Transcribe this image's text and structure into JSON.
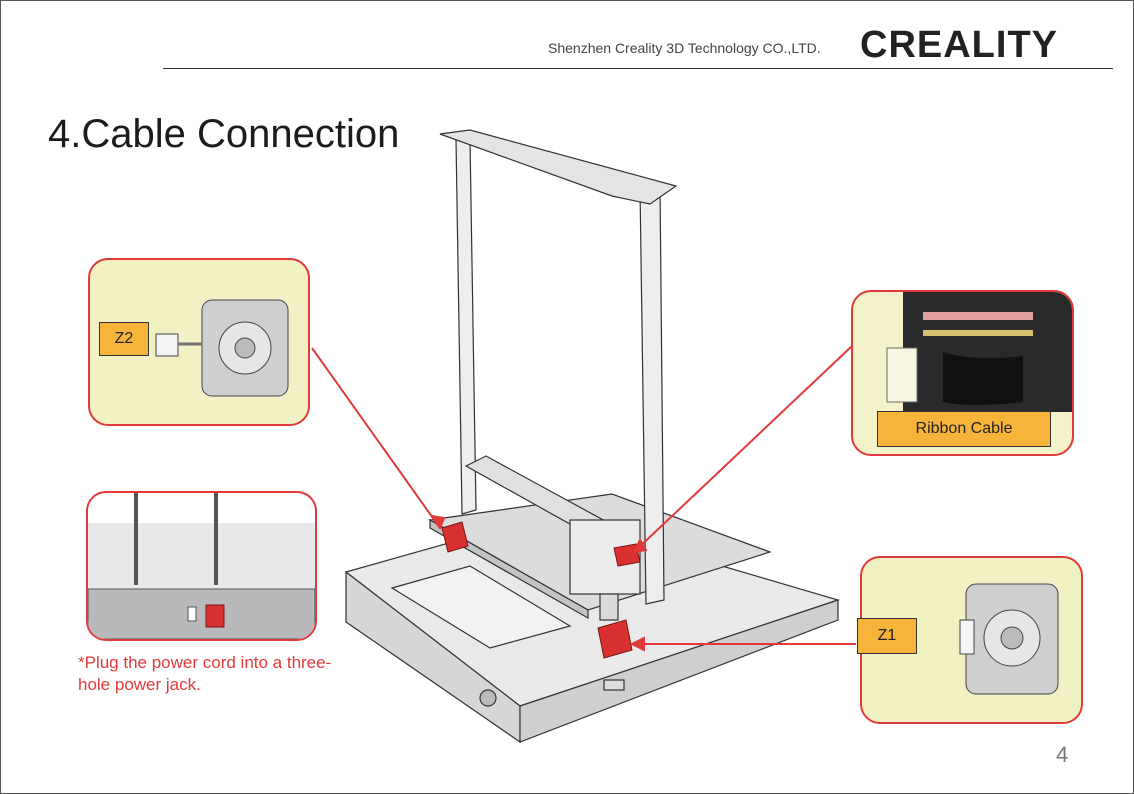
{
  "header": {
    "company": "Shenzhen Creality 3D Technology CO.,LTD.",
    "brand": "CREALITY"
  },
  "title": "4.Cable Connection",
  "callouts": {
    "z2_label": "Z2",
    "z1_label": "Z1",
    "ribbon_label": "Ribbon Cable"
  },
  "note": "*Plug the power cord into a three-hole power jack.",
  "page_number": "4",
  "colors": {
    "callout_border": "#e23a3a",
    "callout_fill": "#f2f1c4",
    "tag_fill": "#f7b43a",
    "motor_red": "#d8312f",
    "note_red": "#e33a3a"
  }
}
